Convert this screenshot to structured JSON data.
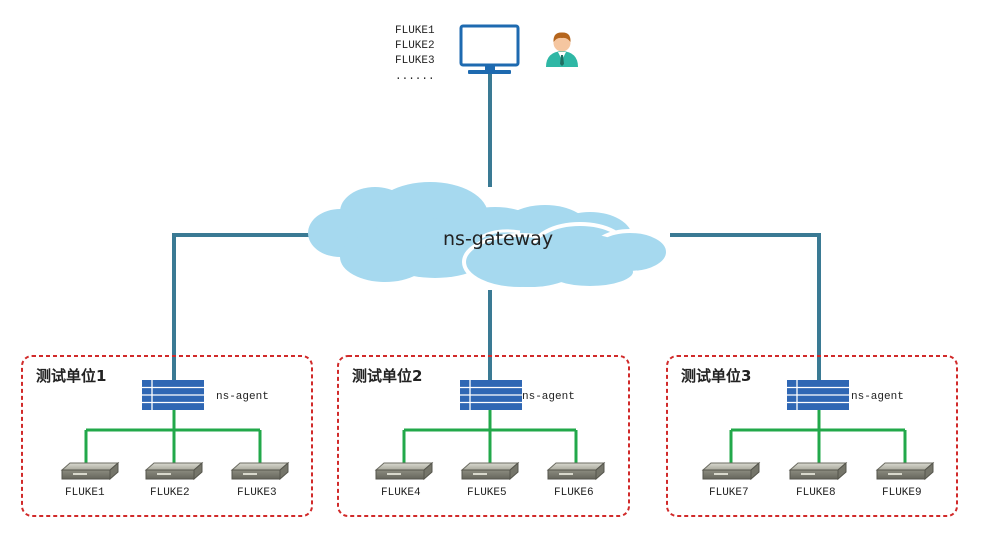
{
  "client": {
    "device_list": [
      "FLUKE1",
      "FLUKE2",
      "FLUKE3",
      "......"
    ],
    "monitor_icon": "monitor-icon",
    "user_icon": "user-icon"
  },
  "gateway": {
    "label": "ns-gateway",
    "icon": "cloud-icon"
  },
  "units": [
    {
      "title": "测试单位1",
      "agent_label": "ns-agent",
      "agent_icon": "switch-icon",
      "flukes": [
        "FLUKE1",
        "FLUKE2",
        "FLUKE3"
      ]
    },
    {
      "title": "测试单位2",
      "agent_label": "ns-agent",
      "agent_icon": "switch-icon",
      "flukes": [
        "FLUKE4",
        "FLUKE5",
        "FLUKE6"
      ]
    },
    {
      "title": "测试单位3",
      "agent_label": "ns-agent",
      "agent_icon": "switch-icon",
      "flukes": [
        "FLUKE7",
        "FLUKE8",
        "FLUKE9"
      ]
    }
  ],
  "colors": {
    "trunk_line": "#3a7a94",
    "local_line": "#22a84a",
    "unit_border": "#d12a2a",
    "cloud_fill": "#a6d9ef",
    "switch_fill": "#2f67b4",
    "monitor_stroke": "#1e6ab0"
  }
}
